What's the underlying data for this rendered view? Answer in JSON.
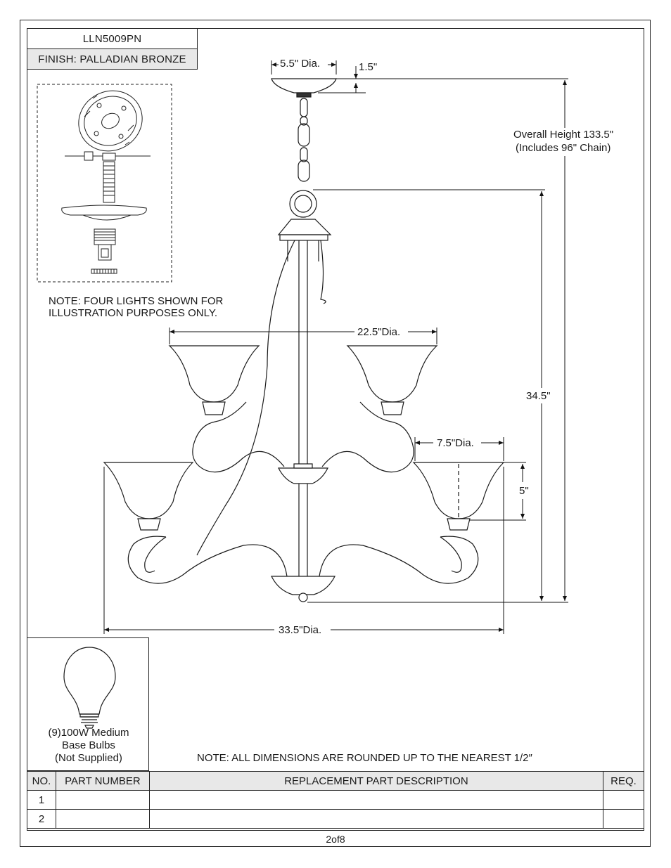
{
  "header": {
    "model": "LLN5009PN",
    "finish": "FINISH: PALLADIAN BRONZE"
  },
  "notes": {
    "four_lights": [
      "NOTE:  FOUR LIGHTS SHOWN  FOR",
      "ILLUSTRATION PURPOSES ONLY."
    ],
    "dimensions": "NOTE:  ALL DIMENSIONS ARE ROUNDED UP TO THE NEAREST  1/2″"
  },
  "dimensions": {
    "canopy_dia": "5.5\" Dia.",
    "canopy_height": "1.5\"",
    "overall_height": [
      "Overall Height 133.5\"",
      "(Includes 96\" Chain)"
    ],
    "body_height": "34.5\"",
    "upper_dia": "22.5\"Dia.",
    "shade_dia": "7.5\"Dia.",
    "shade_height": "5\"",
    "lower_dia": "33.5\"Dia."
  },
  "bulb": {
    "caption": [
      "(9)100W Medium",
      "Base Bulbs",
      "(Not Supplied)"
    ],
    "icon": "light-bulb-icon"
  },
  "parts_table": {
    "headers": [
      "NO.",
      "PART NUMBER",
      "REPLACEMENT PART DESCRIPTION",
      "REQ."
    ],
    "rows": [
      [
        "1",
        "",
        "",
        ""
      ],
      [
        "2",
        "",
        "",
        ""
      ]
    ]
  },
  "page": "2of8"
}
